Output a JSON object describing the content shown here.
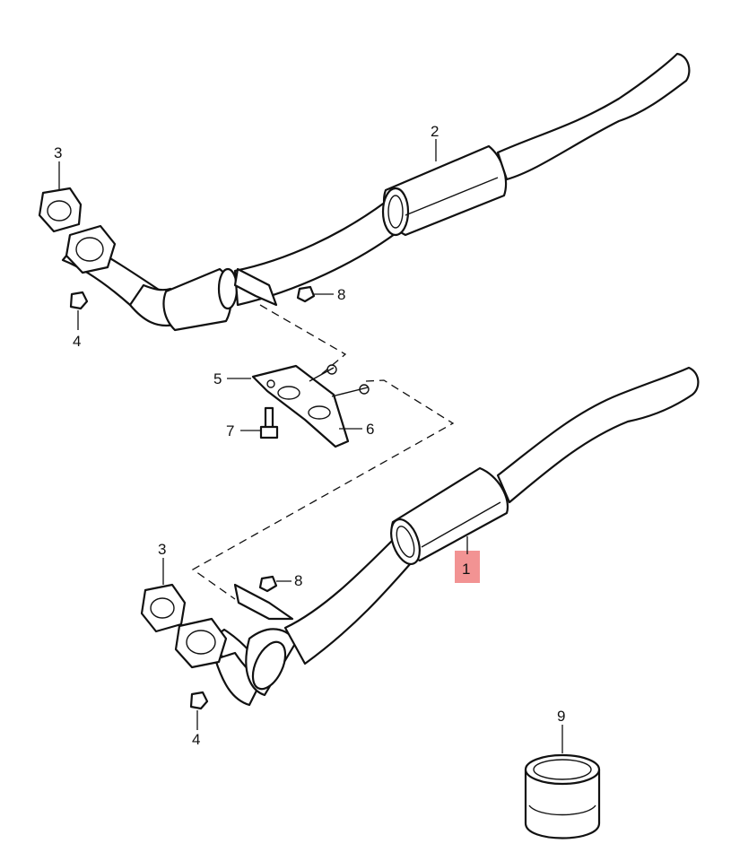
{
  "callouts": {
    "c1": "1",
    "c2": "2",
    "c3_top": "3",
    "c3_bottom": "3",
    "c4_top": "4",
    "c4_bottom": "4",
    "c5": "5",
    "c6": "6",
    "c7": "7",
    "c8_top": "8",
    "c8_bottom": "8",
    "c9": "9"
  },
  "colors": {
    "highlight": "#f08080",
    "ink": "#111111",
    "background": "#ffffff"
  }
}
